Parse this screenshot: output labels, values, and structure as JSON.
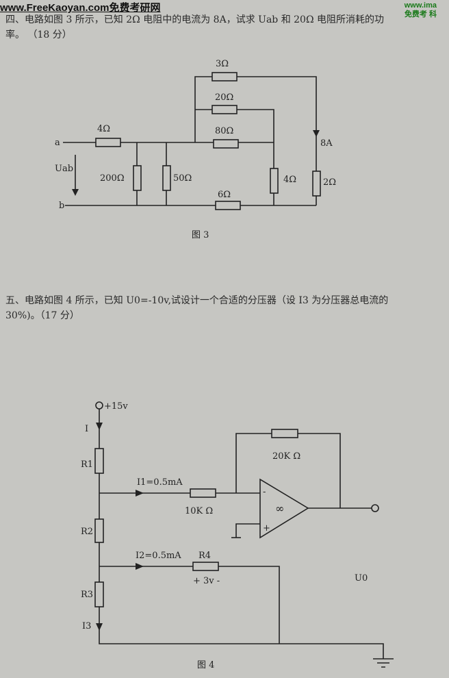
{
  "watermark": {
    "left": "www.FreeKaoyan.com免费考研网",
    "right_top": "www.ima",
    "right_bottom": "免费考  科"
  },
  "q4": {
    "line1": "四、电路如图 3 所示，已知 2Ω 电阻中的电流为 8A，试求 Uab 和 20Ω 电阻所消耗的功",
    "line2": "率。   （18 分）"
  },
  "fig3": {
    "node_a": "a",
    "node_b": "b",
    "uab": "Uab",
    "r4": "4Ω",
    "r200": "200Ω",
    "r50": "50Ω",
    "r3": "3Ω",
    "r20": "20Ω",
    "r80": "80Ω",
    "r4b": "4Ω",
    "r2": "2Ω",
    "r6": "6Ω",
    "current": "8A",
    "caption": "图 3"
  },
  "q5": {
    "line1": "五、电路如图 4 所示，已知 U0=-10v,试设计一个合适的分压器（设 I3 为分压器总电流的",
    "line2": "30%)。（17 分）"
  },
  "fig4": {
    "supply": "+15v",
    "i": "I",
    "r1": "R1",
    "r2": "R2",
    "r3": "R3",
    "r4": "R4",
    "i1": "I1=0.5mA",
    "i2": "I2=0.5mA",
    "i3": "I3",
    "r10k": "10K Ω",
    "r20k": "20K Ω",
    "v4": "+ 3v -",
    "minus": "-",
    "plus": "+",
    "inf": "∞",
    "u0": "U0",
    "caption": "图 4"
  }
}
